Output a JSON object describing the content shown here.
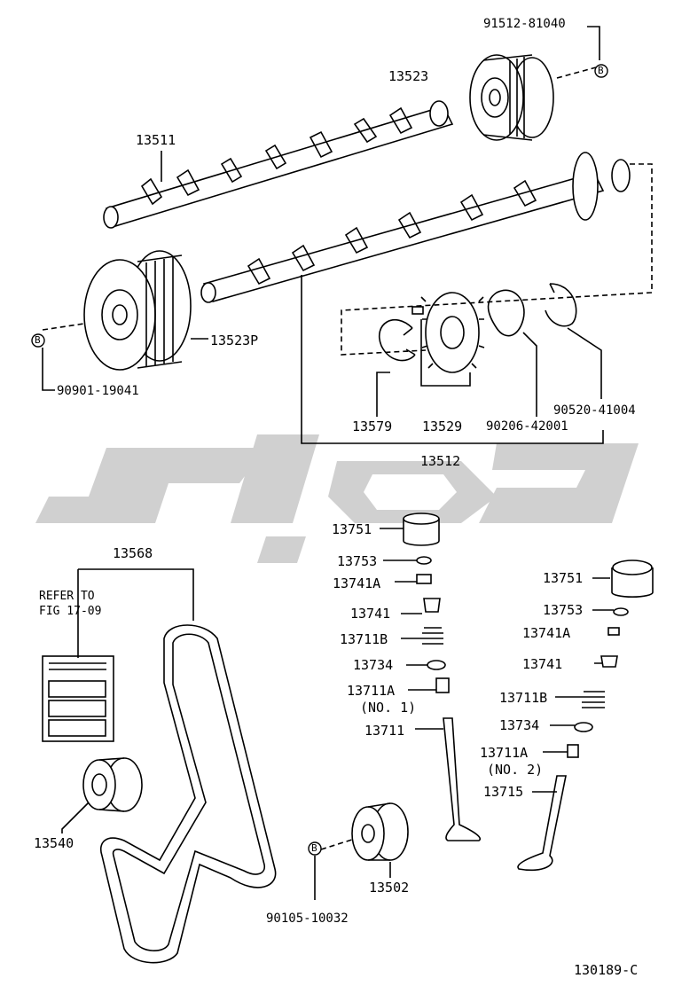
{
  "part_numbers": {
    "p91512_81040": "91512-81040",
    "p13523": "13523",
    "p13511": "13511",
    "p13523P": "13523P",
    "p90901_19041": "90901-19041",
    "p13579": "13579",
    "p13529": "13529",
    "p90206_42001": "90206-42001",
    "p90520_41004": "90520-41004",
    "p13512": "13512",
    "p13751_a": "13751",
    "p13753_a": "13753",
    "p13741A_a": "13741A",
    "p13741_a": "13741",
    "p13711B_a": "13711B",
    "p13734_a": "13734",
    "p13711A_a": "13711A",
    "no1": "(NO. 1)",
    "p13711": "13711",
    "p13751_b": "13751",
    "p13753_b": "13753",
    "p13741A_b": "13741A",
    "p13741_b": "13741",
    "p13711B_b": "13711B",
    "p13734_b": "13734",
    "p13711A_b": "13711A",
    "no2": "(NO. 2)",
    "p13715": "13715",
    "p13568": "13568",
    "refer_line1": "REFER TO",
    "refer_line2": "FIG 17-09",
    "p13540": "13540",
    "p13502": "13502",
    "p90105_10032": "90105-10032",
    "figure_code": "130189-C"
  },
  "callout_marker": "B",
  "colors": {
    "ink": "#000000",
    "watermark": "#c8c8c8"
  }
}
